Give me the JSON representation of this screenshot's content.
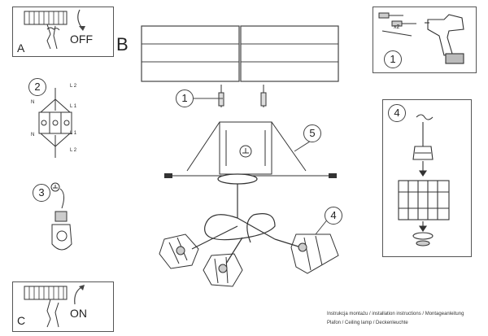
{
  "panels": {
    "a": {
      "letter": "A",
      "state": "OFF"
    },
    "b": {
      "letter": "B"
    },
    "c": {
      "letter": "C",
      "state": "ON"
    }
  },
  "steps": {
    "s1": "1",
    "s2": "2",
    "s3": "3",
    "s4": "4",
    "s5": "5"
  },
  "wiring": {
    "left_top": "N",
    "right_top": "L 2",
    "right_mid1": "L 1",
    "right_mid2": "L 1",
    "left_bottom": "N",
    "right_bottom": "L 2"
  },
  "tools": {
    "screw_count": "x2"
  },
  "footer": {
    "line1": "Instrukcja montażu / installation instructions / Montageanleitung",
    "line2": "Plafon / Ceiling lamp / Deckenleuchte"
  },
  "icons": [
    "hand-off-switch-icon",
    "hand-on-switch-icon",
    "drill-icon",
    "screw-icon",
    "screwdriver-icon",
    "ground-icon",
    "terminal-block-icon",
    "lamp-cage-icon"
  ]
}
